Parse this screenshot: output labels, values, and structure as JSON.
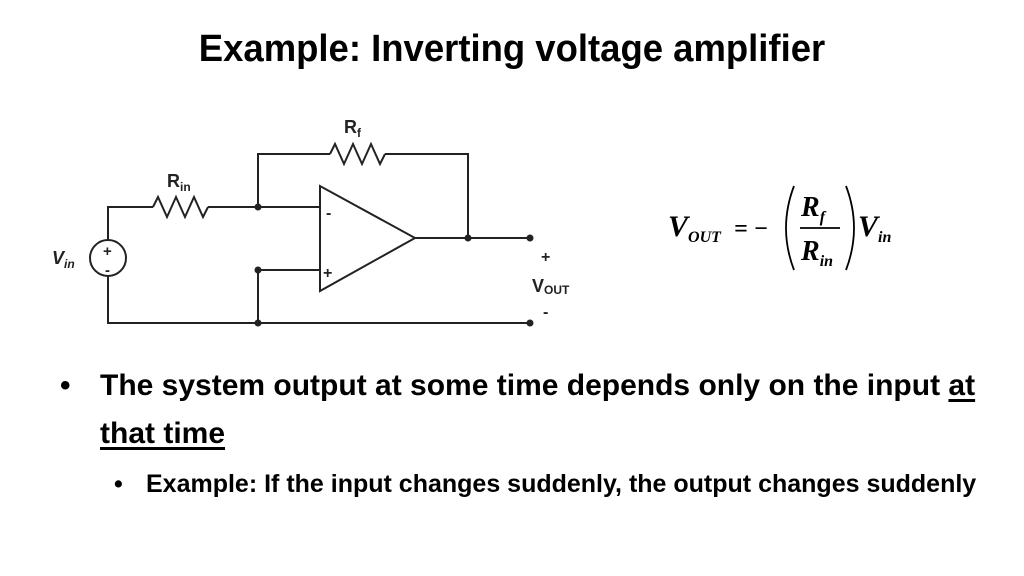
{
  "slide": {
    "title": "Example: Inverting voltage amplifier"
  },
  "circuit": {
    "rf_label_main": "R",
    "rf_label_sub": "f",
    "rin_label_main": "R",
    "rin_label_sub": "in",
    "vin_label_main": "V",
    "vin_label_sub": "in",
    "vout_label_main": "V",
    "vout_label_sub": "OUT",
    "plus_sign": "+",
    "minus_sign": "-",
    "source_plus": "+",
    "source_minus": "-",
    "opamp_minus": "-",
    "opamp_plus": "+"
  },
  "formula": {
    "lhs_main": "V",
    "lhs_sub": "OUT",
    "equals_minus": "= −",
    "num_main": "R",
    "num_sub": "f",
    "den_main": "R",
    "den_sub": "in",
    "rhs_main": "V",
    "rhs_sub": "in"
  },
  "bullets": {
    "main_bullet": "•",
    "main_text_1": "The system output at some time depends only on the input ",
    "main_text_underlined": "at that time",
    "sub_bullet": "•",
    "sub_text": "Example: If the input changes suddenly, the output changes suddenly"
  }
}
